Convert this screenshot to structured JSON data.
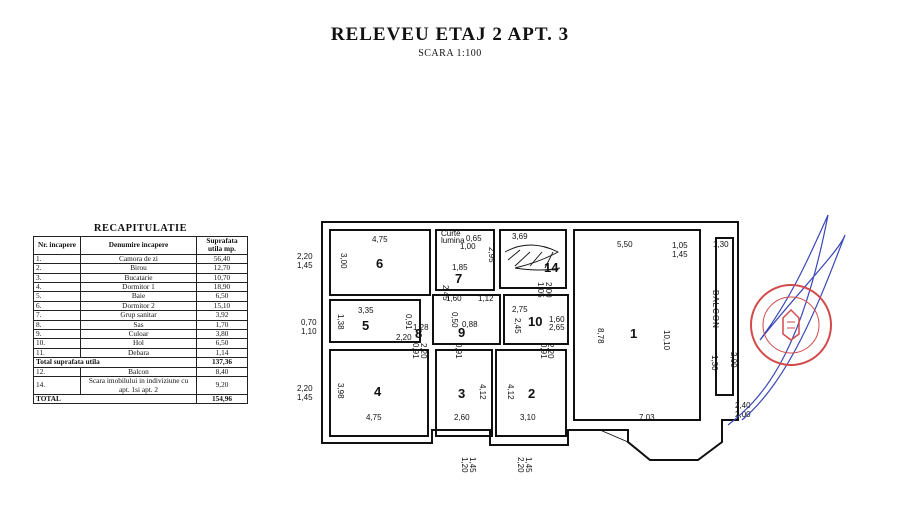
{
  "header": {
    "title": "RELEVEU ETAJ 2 APT. 3",
    "scale": "SCARA 1:100"
  },
  "recap": {
    "title": "RECAPITULATIE",
    "headers": [
      "Nr. incapere",
      "Denumire incapere",
      "Suprafata utila mp."
    ],
    "rows": [
      {
        "nr": "1.",
        "name": "Camora de zi",
        "area": "56,40"
      },
      {
        "nr": "2.",
        "name": "Birou",
        "area": "12,70"
      },
      {
        "nr": "3.",
        "name": "Bucatarie",
        "area": "10,70"
      },
      {
        "nr": "4.",
        "name": "Dormitor 1",
        "area": "18,90"
      },
      {
        "nr": "5.",
        "name": "Baie",
        "area": "6,50"
      },
      {
        "nr": "6.",
        "name": "Dormitor 2",
        "area": "15,10"
      },
      {
        "nr": "7.",
        "name": "Grup sanitar",
        "area": "3,92"
      },
      {
        "nr": "8.",
        "name": "Sas",
        "area": "1,70"
      },
      {
        "nr": "9.",
        "name": "Culoar",
        "area": "3,80"
      },
      {
        "nr": "10.",
        "name": "Hol",
        "area": "6,50"
      },
      {
        "nr": "11.",
        "name": "Debara",
        "area": "1,14"
      }
    ],
    "total_useful": {
      "label": "Total suprafata utila",
      "area": "137,36"
    },
    "extra_rows": [
      {
        "nr": "12.",
        "name": "Balcon",
        "area": "8,40"
      },
      {
        "nr": "14.",
        "name": "Scara imobilului in indiviziune cu apt. 1si apt. 2",
        "area": "9,20"
      }
    ],
    "total": {
      "label": "TOTAL",
      "area": "154,96"
    }
  },
  "plan": {
    "rooms": {
      "r1": "1",
      "r2": "2",
      "r3": "3",
      "r4": "4",
      "r5": "5",
      "r6": "6",
      "r7": "7",
      "r8": "8",
      "r9": "9",
      "r10": "10",
      "r14": "14"
    },
    "balcony_label": "BALCON",
    "curte_label": "Curte",
    "lumina_label": "lumina",
    "dims": {
      "d1": "4,75",
      "d2": "3,00",
      "d3": "2,20",
      "d4": "1,45",
      "d5": "3,69",
      "d6": "5,50",
      "d7": "1,05",
      "d8": "1,30",
      "d9": "1,45",
      "d10": "0,65",
      "d11": "1,00",
      "d12": "1,85",
      "d13": "2,45",
      "d14": "2,95",
      "d15": "1,05",
      "d16": "2,00",
      "d17": "1,60",
      "d18": "1,12",
      "d19": "2,75",
      "d20": "2,45",
      "d21": "3,35",
      "d22": "1,38",
      "d23": "0,70",
      "d24": "1,10",
      "d25": "0,91",
      "d26": "1,28",
      "d27": "2,20",
      "d28": "2,65",
      "d29": "8,78",
      "d30": "10,10",
      "d31": "0,91",
      "d32": "2,20",
      "d33": "3,98",
      "d34": "4,12",
      "d35": "4,12",
      "d36": "4,75",
      "d37": "2,60",
      "d38": "3,10",
      "d39": "7,03",
      "d40": "2,40",
      "d41": "2,00",
      "d42": "1,20",
      "d43": "1,45",
      "d44": "2,20",
      "d45": "1,45",
      "d46": "0,91",
      "d47": "0,91",
      "d48": "2,20",
      "d49": "1,45",
      "d50": "2,20",
      "d51": "1,60",
      "d52": "0,88",
      "d53": "0,50",
      "d54": "2,00",
      "d55": "1,30"
    }
  },
  "colors": {
    "ink": "#111111",
    "stamp": "#d24a4a",
    "signature": "#3a47b8"
  }
}
